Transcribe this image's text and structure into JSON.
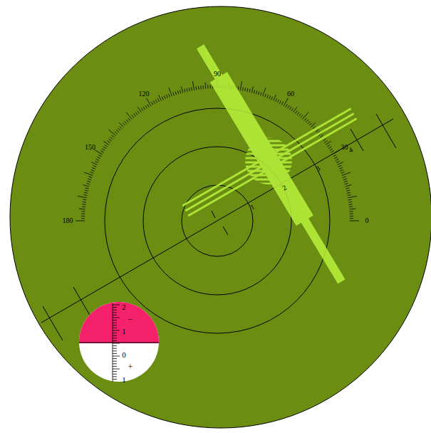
{
  "diagram": {
    "labels": [
      "90",
      "120",
      "60",
      "150",
      "30",
      "180",
      "0",
      "1",
      "2",
      "3",
      "4",
      "2",
      "1",
      "0",
      "1",
      "−",
      "+"
    ]
  }
}
